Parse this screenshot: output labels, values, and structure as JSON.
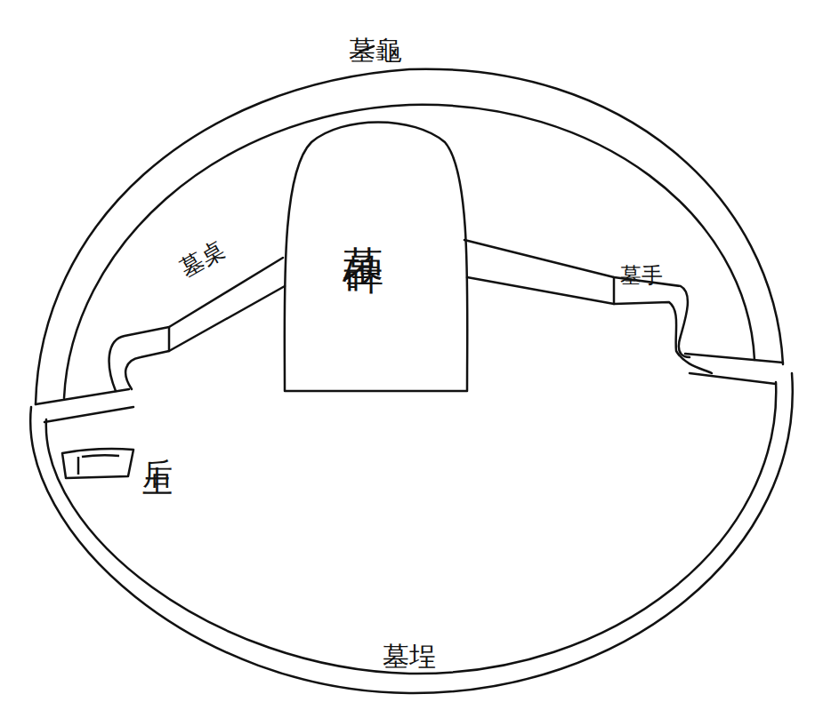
{
  "diagram": {
    "nodes": [
      {
        "text": [
          "墓碑"
        ]
      },
      {
        "text": [
          "后土"
        ]
      }
    ],
    "labels": [
      "墓龜",
      "墓桌",
      "墓手",
      "墓埕"
    ]
  }
}
